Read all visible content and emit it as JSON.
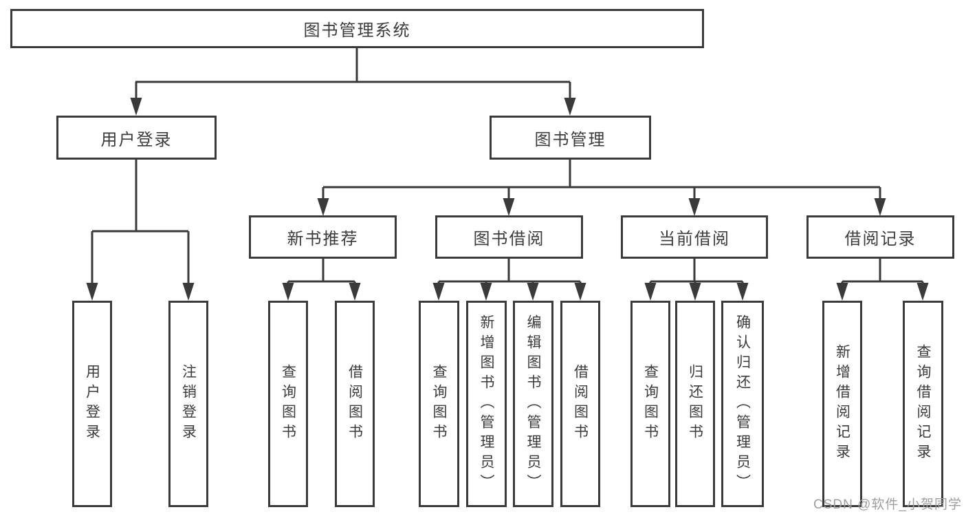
{
  "colors": {
    "line": "#3a3a3a",
    "text": "#3b3b3b",
    "box_background": "#ffffff",
    "watermark": "#9e9e9e"
  },
  "root": {
    "label": "图书管理系统"
  },
  "level2": [
    {
      "label": "用户登录"
    },
    {
      "label": "图书管理"
    }
  ],
  "level3": [
    {
      "label": "新书推荐"
    },
    {
      "label": "图书借阅"
    },
    {
      "label": "当前借阅"
    },
    {
      "label": "借阅记录"
    }
  ],
  "leaves": {
    "user_login": [
      "用户登录",
      "注销登录"
    ],
    "new_book_recommend": [
      "查询图书",
      "借阅图书"
    ],
    "book_borrowing": [
      "查询图书",
      "新增图书（管理员）",
      "编辑图书（管理员）",
      "借阅图书"
    ],
    "current_borrowing": [
      "查询图书",
      "归还图书",
      "确认归还（管理员）"
    ],
    "borrowing_records": [
      "新增借阅记录",
      "查询借阅记录"
    ]
  },
  "watermark": "CSDN @软件_小贺同学"
}
